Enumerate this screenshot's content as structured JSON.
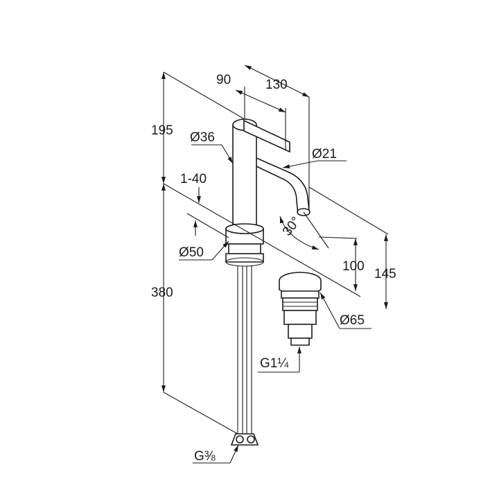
{
  "diagram": {
    "dimensions": {
      "d90": "90",
      "d130": "130",
      "d195": "195",
      "d36": "Ø36",
      "d21": "Ø21",
      "d1_40": "1-40",
      "d30": "30°",
      "d50": "Ø50",
      "d100": "100",
      "d145": "145",
      "d380": "380",
      "d65": "Ø65",
      "g114": "G1¼",
      "g38": "G⅜"
    }
  }
}
